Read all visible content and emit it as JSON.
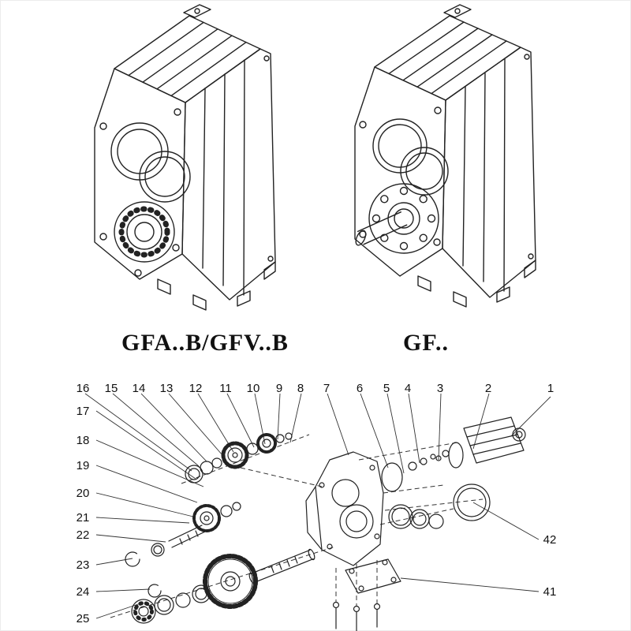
{
  "captions": {
    "left": "GFA..B/GFV..B",
    "right": "GF.."
  },
  "exploded": {
    "top_row": [
      "16",
      "15",
      "14",
      "13",
      "12",
      "11",
      "10",
      "9",
      "8",
      "7",
      "6",
      "5",
      "4",
      "3",
      "2",
      "1"
    ],
    "left_col": [
      "17",
      "18",
      "19",
      "20",
      "21",
      "22",
      "23",
      "24",
      "25"
    ],
    "right_col": [
      "42",
      "41"
    ]
  },
  "colors": {
    "line": "#222222",
    "background": "#ffffff"
  }
}
